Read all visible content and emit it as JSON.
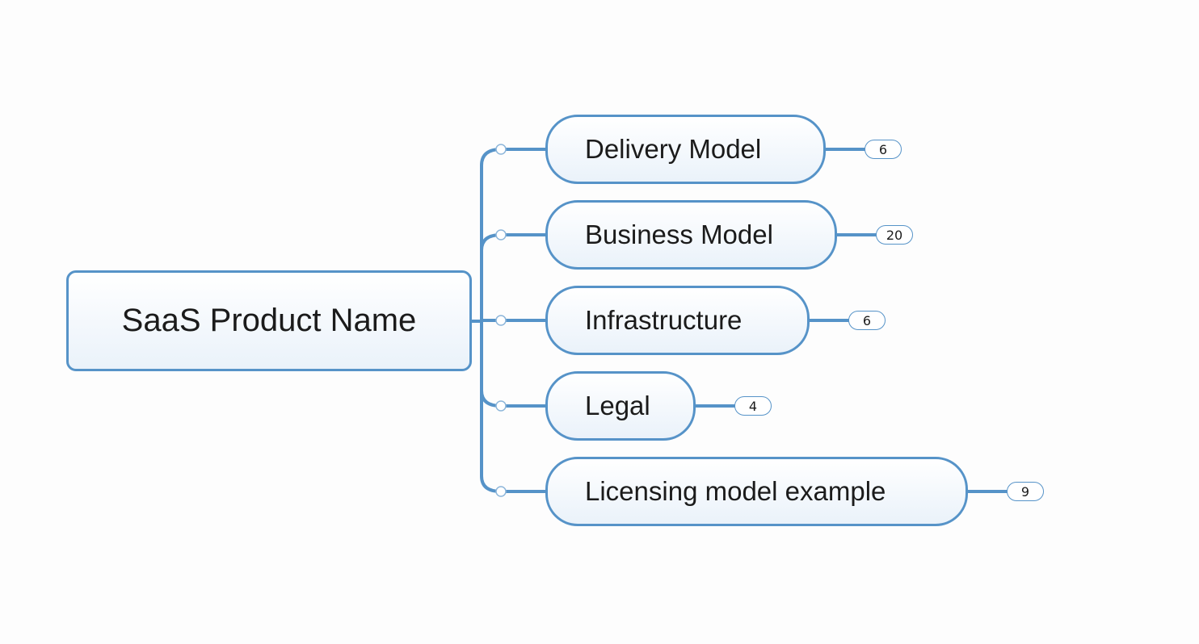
{
  "mindmap": {
    "root": {
      "label": "SaaS Product Name"
    },
    "branches": [
      {
        "label": "Delivery Model",
        "count": "6"
      },
      {
        "label": "Business Model",
        "count": "20"
      },
      {
        "label": "Infrastructure",
        "count": "6"
      },
      {
        "label": "Legal",
        "count": "4"
      },
      {
        "label": "Licensing model example",
        "count": "9"
      }
    ]
  },
  "colors": {
    "connector": "#5693c8",
    "node_border": "#5693c8",
    "node_fill_top": "#ffffff",
    "node_fill_bottom": "#eaf2fa"
  }
}
